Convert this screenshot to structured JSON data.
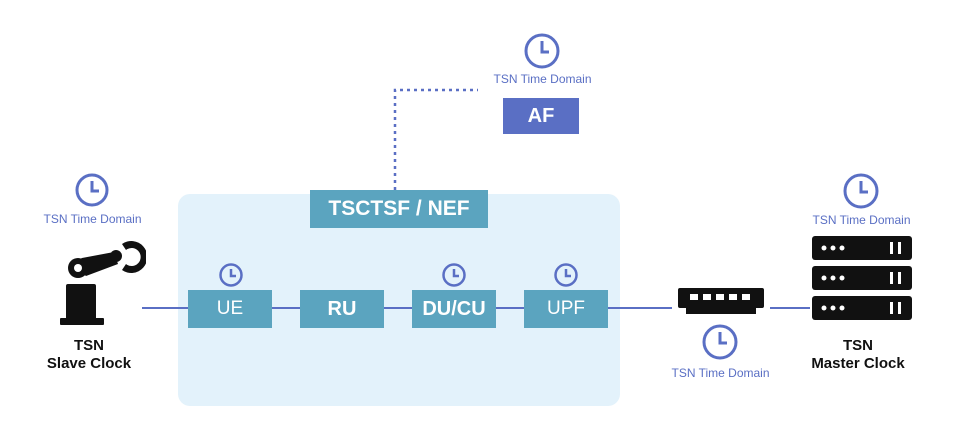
{
  "colors": {
    "teal": "#5ba4bf",
    "af_blue": "#5a6fc4",
    "panel": "#e3f2fb",
    "line": "#5a6fc4"
  },
  "icons": {
    "clock": "clock-icon",
    "robot": "robot-arm-icon",
    "switch": "network-switch-icon",
    "server": "server-rack-icon"
  },
  "af": {
    "domain_label": "TSN Time Domain",
    "label": "AF"
  },
  "tsctsf": {
    "label": "TSCTSF / NEF"
  },
  "slave": {
    "domain_label": "TSN Time Domain",
    "title_line1": "TSN",
    "title_line2": "Slave Clock"
  },
  "chain": {
    "ue": "UE",
    "ru": "RU",
    "ducu": "DU/CU",
    "upf": "UPF"
  },
  "switch": {
    "domain_label": "TSN Time Domain"
  },
  "master": {
    "domain_label": "TSN Time Domain",
    "title_line1": "TSN",
    "title_line2": "Master Clock"
  }
}
